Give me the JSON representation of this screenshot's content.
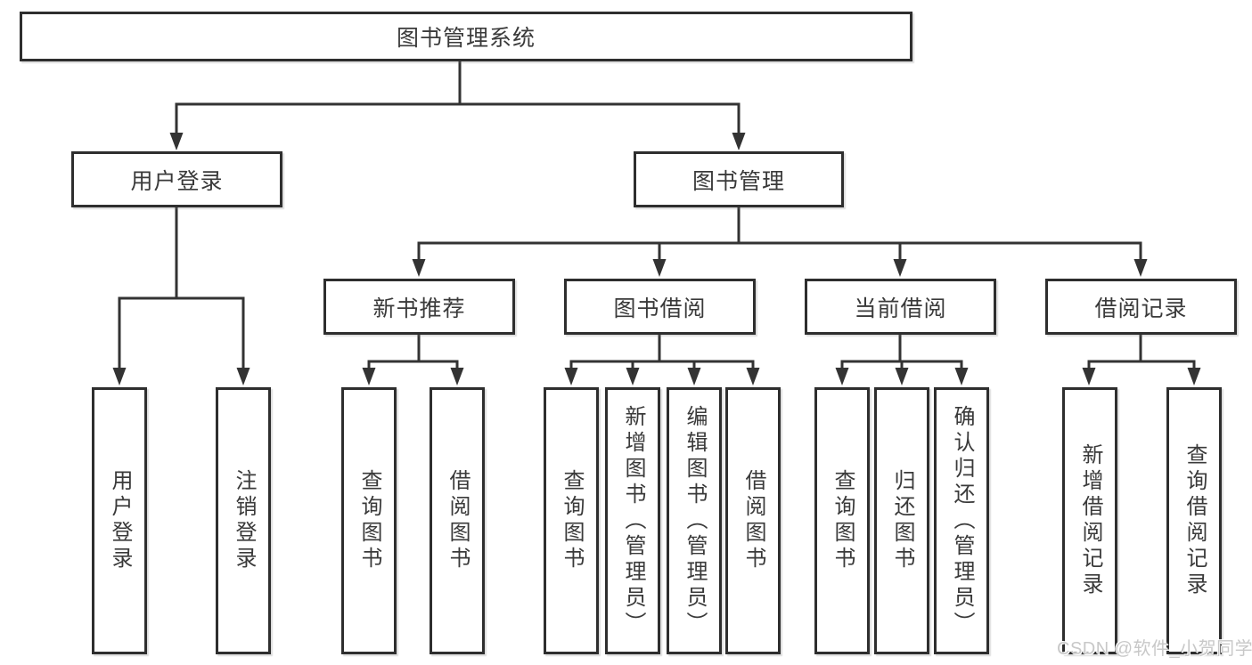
{
  "nodes": {
    "root": "图书管理系统",
    "user_login": "用户登录",
    "book_mgmt": "图书管理",
    "new_book_rec": "新书推荐",
    "book_borrow": "图书借阅",
    "current_borrow": "当前借阅",
    "borrow_records": "借阅记录",
    "user_children": [
      "用户登录",
      "注销登录"
    ],
    "rec_children": [
      "查询图书",
      "借阅图书"
    ],
    "borrow_children": [
      "查询图书",
      "新增图书（管理员）",
      "编辑图书（管理员）",
      "借阅图书"
    ],
    "current_children": [
      "查询图书",
      "归还图书",
      "确认归还（管理员）"
    ],
    "records_children": [
      "新增借阅记录",
      "查询借阅记录"
    ]
  },
  "watermark": "CSDN @软件_小贺同学",
  "colors": {
    "line": "#333333",
    "text": "#3a3a3a",
    "watermark": "#c8c8c8",
    "bg": "#ffffff"
  }
}
